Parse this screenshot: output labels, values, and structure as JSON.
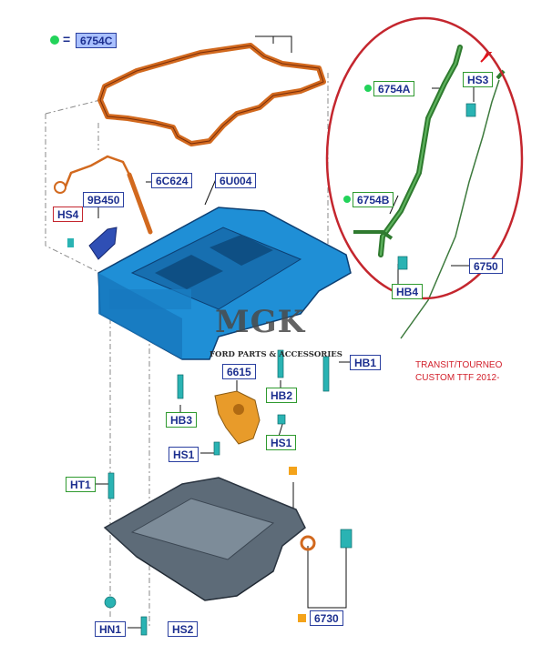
{
  "legend": {
    "marker_color": "#22d35a",
    "equals": "=",
    "code": "6754C"
  },
  "labels": {
    "l6754A": "6754A",
    "lHS3": "HS3",
    "l6754B": "6754B",
    "l6750": "6750",
    "lHB4": "HB4",
    "l6C624": "6C624",
    "l6U004": "6U004",
    "l9B450": "9B450",
    "lHS4": "HS4",
    "l6615": "6615",
    "lHB1": "HB1",
    "lHB2": "HB2",
    "lHB3": "HB3",
    "lHS1a": "HS1",
    "lHS1b": "HS1",
    "lHT1": "HT1",
    "lHN1": "HN1",
    "lHS2": "HS2",
    "l6730": "6730"
  },
  "watermark": {
    "brand": "MGK",
    "sub": "FORD PARTS & ACCESSORIES"
  },
  "note": {
    "line1": "TRANSIT/TOURNEO",
    "line2": "CUSTOM TTF 2012-"
  },
  "colors": {
    "callout_border": "#c4262e",
    "label_border_blue": "#2a3fa0",
    "label_border_green": "#2f9a2f",
    "label_fill_blue": "#a9c0ff",
    "part_blue": "#1f8fd6",
    "gasket_orange": "#d2691e",
    "oilpan_gray": "#5d6b78",
    "dipstick_green": "#2f7a2f",
    "marker_orange": "#f4a31a"
  }
}
